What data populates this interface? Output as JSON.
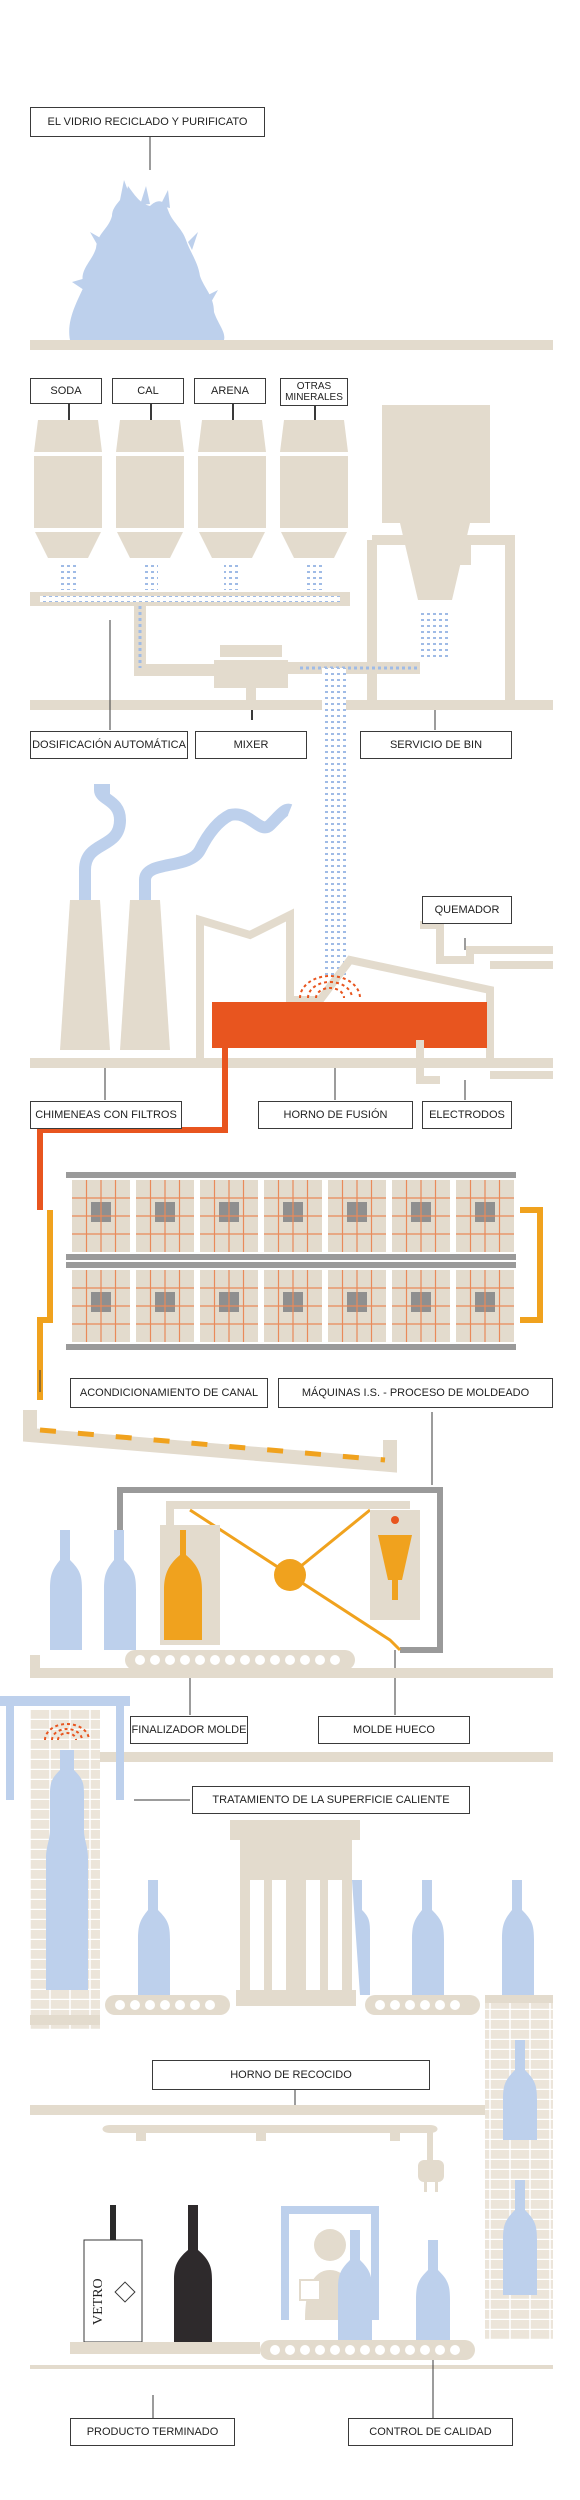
{
  "labels": {
    "recycled_glass": "EL VIDRIO RECICLADO Y PURIFICATO",
    "soda": "SODA",
    "cal": "CAL",
    "arena": "ARENA",
    "otras_minerales": "OTRAS MINERALES",
    "dosificacion": "DOSIFICACIÓN AUTOMÁTICA",
    "mixer": "MIXER",
    "servicio_bin": "SERVICIO DE BIN",
    "quemador": "QUEMADOR",
    "chimeneas": "CHIMENEAS CON FILTROS",
    "horno_fusion": "HORNO DE FUSIÓN",
    "electrodos": "ELECTRODOS",
    "acondicionamiento": "ACONDICIONAMIENTO DE CANAL",
    "maquinas_is": "MÁQUINAS I.S. - PROCESO DE MOLDEADO",
    "finalizador": "FINALIZADOR MOLDE",
    "molde_hueco": "MOLDE HUECO",
    "tratamiento": "TRATAMIENTO DE LA SUPERFICIE CALIENTE",
    "horno_recocido": "HORNO DE RECOCIDO",
    "producto_terminado": "PRODUCTO TERMINADO",
    "control_calidad": "CONTROL DE CALIDAD"
  },
  "package_text": "VETRO",
  "colors": {
    "beige": "#e3dbcd",
    "beige_dark": "#d3c8b6",
    "blue": "#bdd0ec",
    "blue_dots": "#9fbbe6",
    "orange": "#e8551f",
    "amber": "#f0a21e",
    "grey": "#8f8f8f",
    "line": "#3a3a3a"
  }
}
